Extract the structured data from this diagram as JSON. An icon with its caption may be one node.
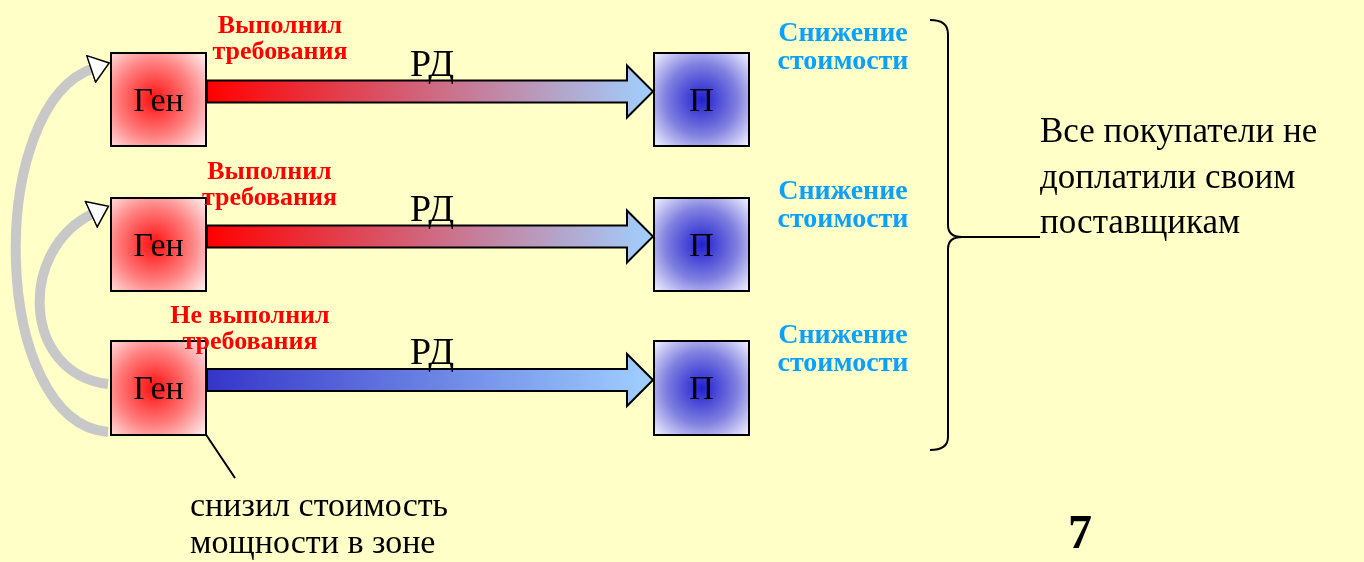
{
  "diagram": {
    "nodes": [
      {
        "text": [
          "Ген"
        ],
        "beside": [
          "Выполнил требования"
        ]
      },
      {
        "text": [
          "П"
        ],
        "beside": [
          "Снижение стоимости"
        ]
      },
      {
        "text": [
          "Ген"
        ],
        "beside": [
          "Выполнил требования"
        ]
      },
      {
        "text": [
          "П"
        ],
        "beside": [
          "Снижение стоимости"
        ]
      },
      {
        "text": [
          "Ген"
        ],
        "beside": [
          "Не выполнил требования"
        ]
      },
      {
        "text": [
          "П"
        ],
        "beside": [
          "Снижение стоимости"
        ]
      },
      {
        "text": [
          "снизил стоимость мощности в зоне"
        ]
      }
    ],
    "edges": [
      {
        "from": 0,
        "to": 1,
        "arrow": "to",
        "label": "РД",
        "style": "thick"
      },
      {
        "from": 2,
        "to": 3,
        "arrow": "to",
        "label": "РД",
        "style": "thick"
      },
      {
        "from": 4,
        "to": 5,
        "arrow": "to",
        "label": "РД",
        "style": "thick",
        "color": "#3535c8"
      },
      {
        "from": 4,
        "to": 0,
        "arrow": "to"
      },
      {
        "from": 4,
        "to": 2,
        "arrow": "to"
      },
      {
        "from": 6,
        "to": 4,
        "arrow": "none",
        "color": "#000000"
      }
    ],
    "labels": [
      "Все покупатели не доплатили своим поставщикам",
      "7"
    ]
  }
}
